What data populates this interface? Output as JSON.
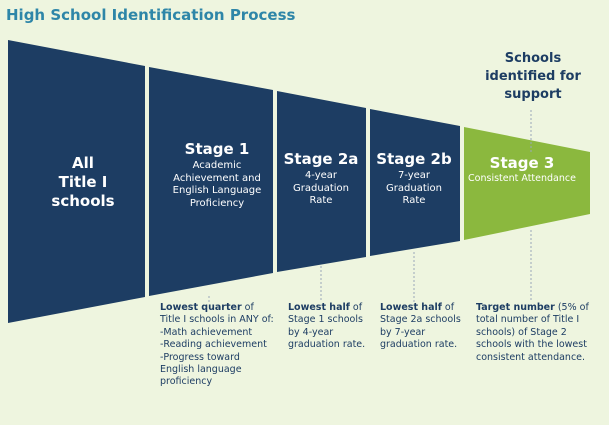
{
  "title": "High School Identification Process",
  "colors": {
    "background": "#eef5df",
    "navy": "#1d3d63",
    "green": "#8bb83e",
    "title": "#2e86a8",
    "connector": "#9aa7b8"
  },
  "outcome": {
    "line1": "Schools",
    "line2": "identified for",
    "line3": "support"
  },
  "segments": {
    "all": {
      "line1": "All",
      "line2": "Title I",
      "line3": "schools"
    },
    "stage1": {
      "heading": "Stage 1",
      "sub1": "Academic",
      "sub2": "Achievement and",
      "sub3": "English Language",
      "sub4": "Proficiency"
    },
    "stage2a": {
      "heading": "Stage 2a",
      "sub1": "4-year",
      "sub2": "Graduation",
      "sub3": "Rate"
    },
    "stage2b": {
      "heading": "Stage 2b",
      "sub1": "7-year",
      "sub2": "Graduation",
      "sub3": "Rate"
    },
    "stage3": {
      "heading": "Stage 3",
      "sub1": "Consistent Attendance"
    }
  },
  "descriptions": {
    "stage1": {
      "highlight": "Lowest quarter",
      "rest": " of Title I schools in ANY of:",
      "items": [
        "-Math achievement",
        "-Reading achievement",
        "-Progress toward English language proficiency"
      ]
    },
    "stage2a": {
      "highlight": "Lowest half",
      "rest": " of Stage 1 schools by 4-year graduation rate."
    },
    "stage2b": {
      "highlight": "Lowest half",
      "rest": " of Stage 2a schools by 7-year graduation rate."
    },
    "stage3": {
      "highlight": "Target number",
      "rest": " (5% of total number of Title I schools) of Stage 2 schools with the lowest consistent attendance."
    }
  }
}
